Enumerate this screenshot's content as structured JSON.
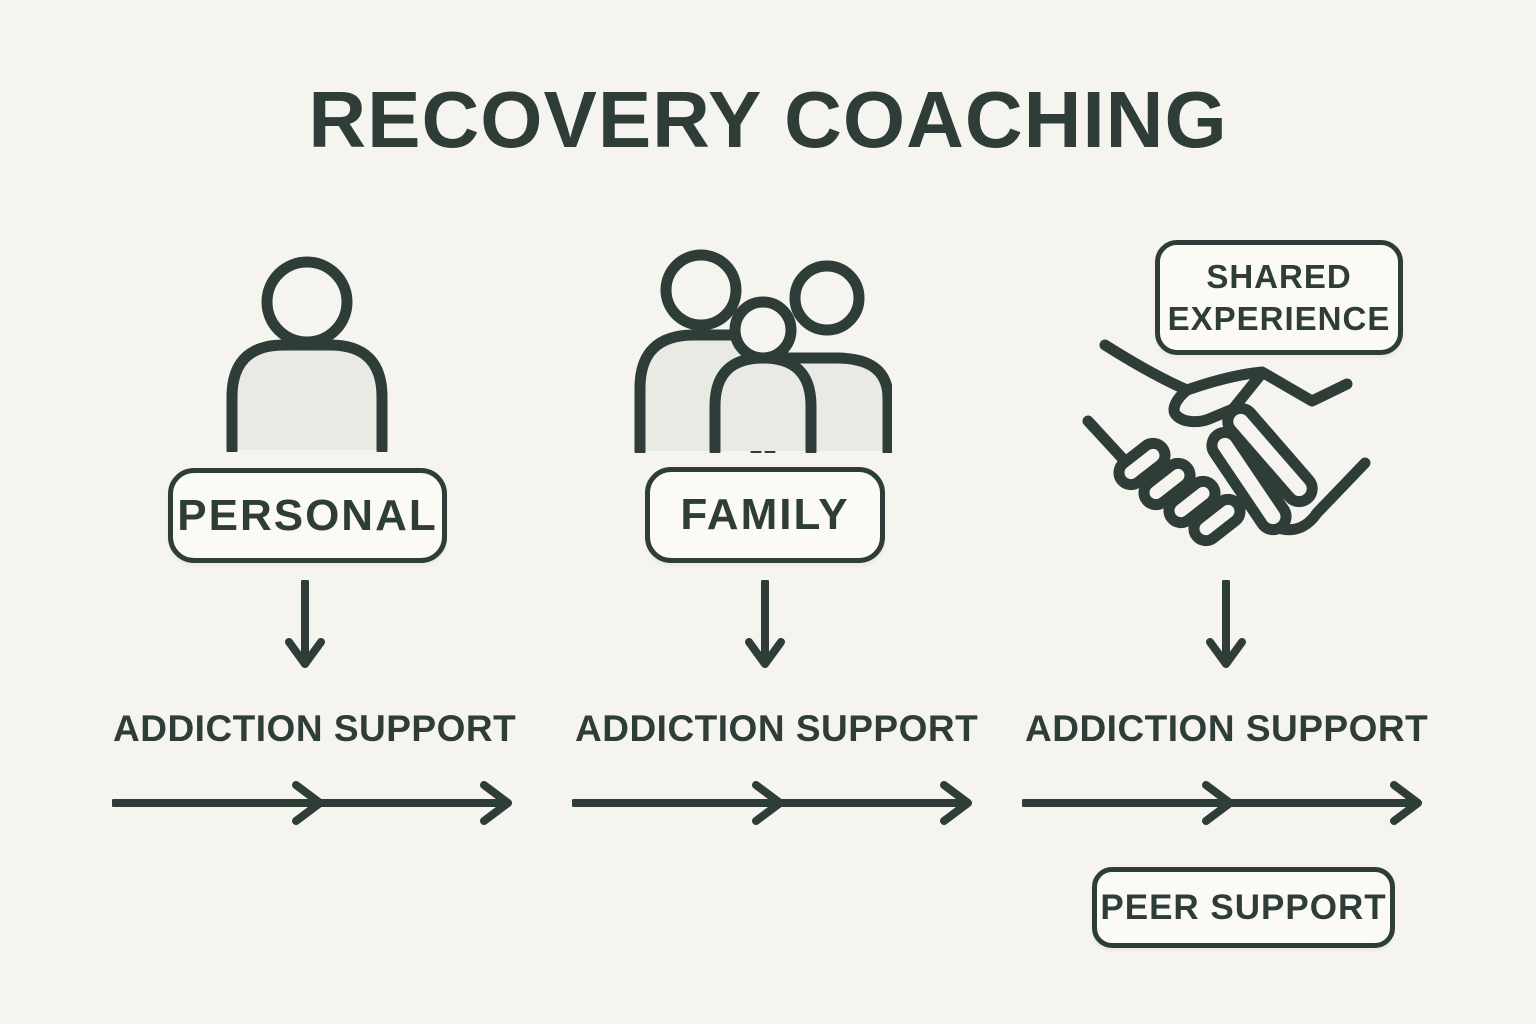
{
  "title": "RECOVERY COACHING",
  "colors": {
    "background": "#f6f4ee",
    "ink": "#2e3d37",
    "icon_fill": "#eaeae5",
    "box_fill": "#fbfaf5"
  },
  "columns": [
    {
      "name": "personal",
      "icon": "person-icon",
      "box_label": "PERSONAL",
      "flow_label": "ADDICTION SUPPORT"
    },
    {
      "name": "family",
      "icon": "family-icon",
      "box_label": "FAMILY",
      "flow_label": "ADDICTION SUPPORT"
    },
    {
      "name": "shared-experience",
      "icon": "handshake-icon",
      "box_label": "SHARED EXPERIENCE",
      "box_label_lines": [
        "SHARED",
        "EXPERIENCE"
      ],
      "flow_label": "ADDICTION SUPPORT",
      "footer_box_label": "PEER SUPPORT"
    }
  ]
}
